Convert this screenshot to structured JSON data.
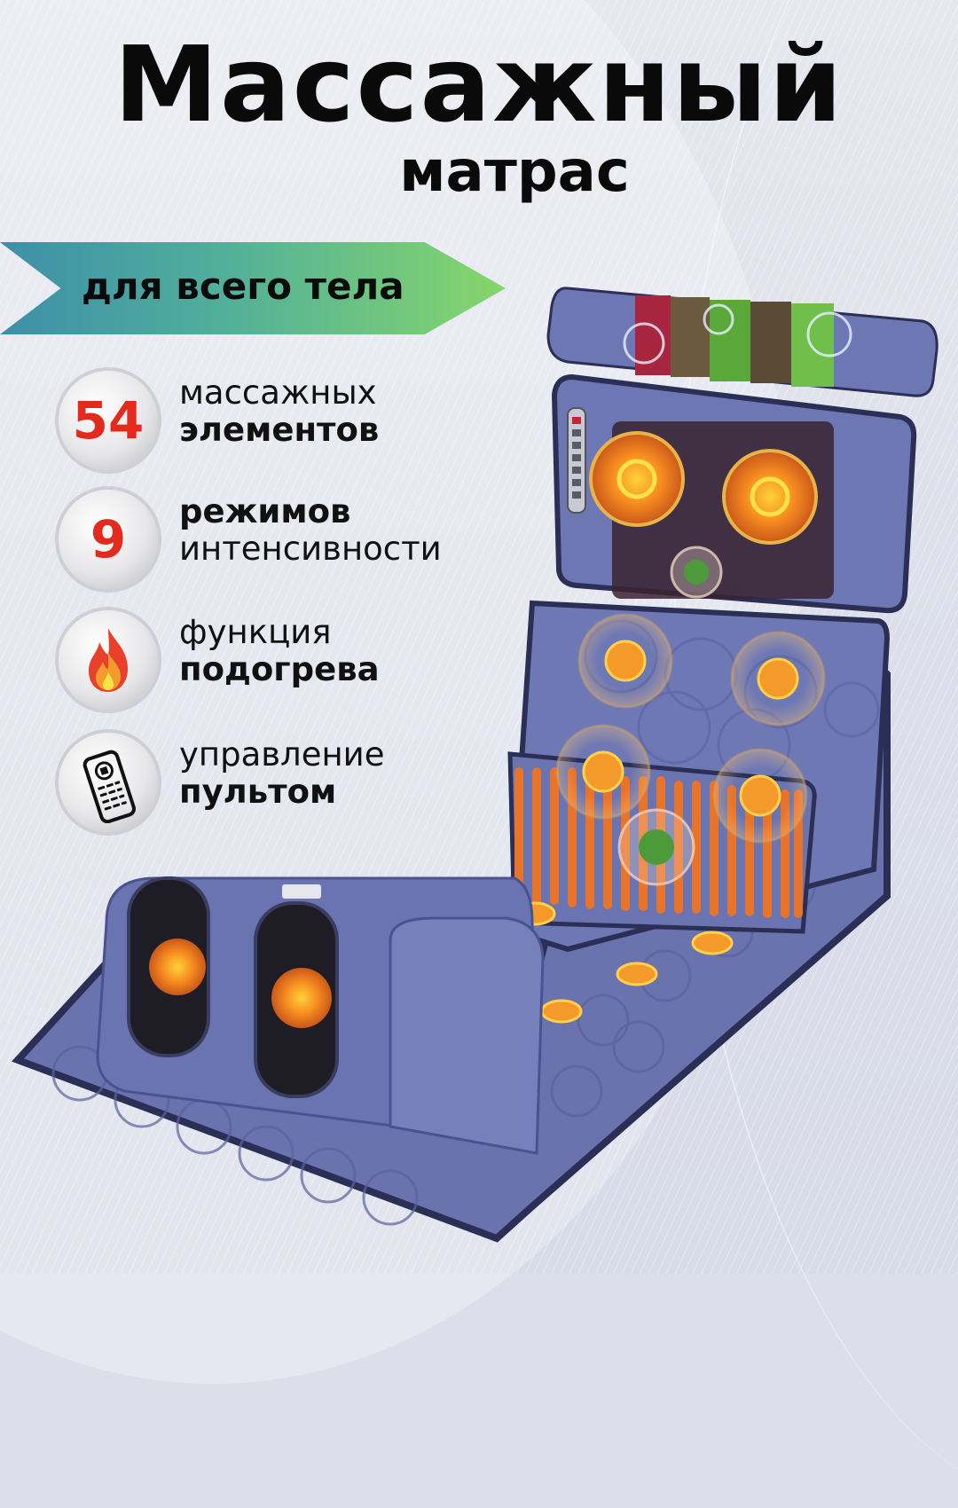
{
  "header": {
    "title_line1": "Массажный",
    "title_line2": "матрас"
  },
  "banner": {
    "label": "для всего тела",
    "gradient": [
      "#3d8fa8",
      "#86d66a"
    ]
  },
  "features": [
    {
      "badge": "54",
      "icon": "number-badge",
      "line1": "массажных",
      "line2": "элементов",
      "bold_line": 2
    },
    {
      "badge": "9",
      "icon": "number-badge",
      "line1": "режимов",
      "line2": "интенсивности",
      "bold_line": 1
    },
    {
      "badge": "",
      "icon": "fire-icon",
      "line1": "функция",
      "line2": "подогрева",
      "bold_line": 2
    },
    {
      "badge": "",
      "icon": "remote-control-icon",
      "line1": "управление",
      "line2": "пультом",
      "bold_line": 2
    }
  ],
  "colors": {
    "badge_number": "#e32a1c",
    "mattress_fabric": "#6d76b0",
    "heat_orange": "#f39a2a",
    "background": "#dcdfea"
  },
  "product": {
    "name": "massage-mattress-illustration"
  }
}
